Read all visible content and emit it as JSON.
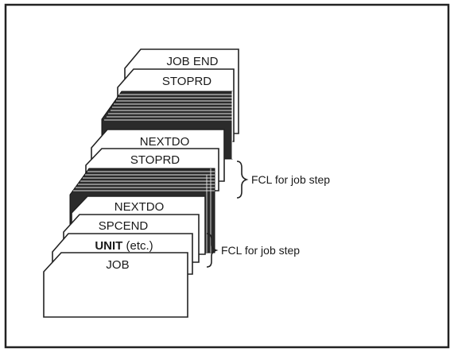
{
  "diagram": {
    "cards": {
      "job_end": "JOB END",
      "stoprd_top": "STOPRD",
      "nextdo_upper": "NEXTDO",
      "stoprd_middle": "STOPRD",
      "nextdo_lower": "NEXTDO",
      "spcend": "SPCEND",
      "unit": "UNIT",
      "unit_suffix": " (etc.)",
      "job": "JOB"
    },
    "annotations": {
      "upper_brace": "FCL for job step",
      "lower_brace": "FCL for job step"
    }
  }
}
